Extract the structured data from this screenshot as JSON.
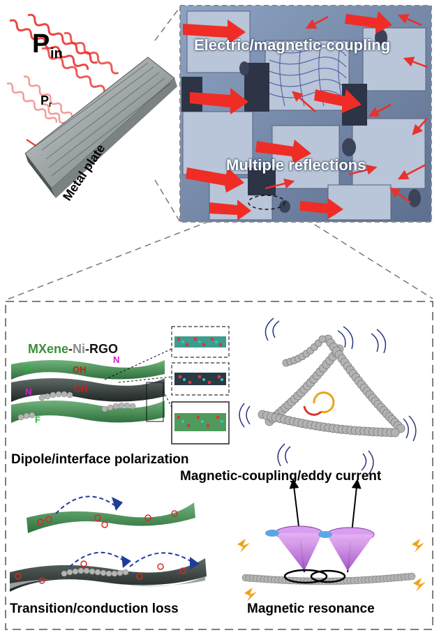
{
  "top": {
    "p_in_main": "P",
    "p_in_sub": "in",
    "p_r_main": "P",
    "p_r_sub": "r",
    "metal_plate": "Metal plate",
    "coupling": "Electric/magnetic-coupling",
    "reflections": "Multiple reflections"
  },
  "panel": {
    "composite_parts": [
      "MXene",
      "-",
      "Ni",
      "-",
      "RGO"
    ],
    "composite_colors": [
      "#3a8f3a",
      "#222222",
      "#8a8a8a",
      "#222222",
      "#111111"
    ],
    "groups": {
      "f1": "F",
      "oh1": "OH",
      "n1": "N",
      "oh2": "OH",
      "f2": "F",
      "n2": "N"
    },
    "mechanisms": {
      "dipole": "Dipole/interface polarization",
      "eddy": "Magnetic-coupling/eddy current",
      "conduction": "Transition/conduction loss",
      "resonance": "Magnetic resonance"
    }
  },
  "colors": {
    "wave_red": "#e8322e",
    "mxene_green": "#4f9a5c",
    "rgo_dark": "#3e4a46",
    "ni_grey": "#a9a9a9",
    "cone_violet": "#c77be0",
    "dash_blue": "#1f3c9a",
    "spark_orange": "#f0a21a"
  }
}
